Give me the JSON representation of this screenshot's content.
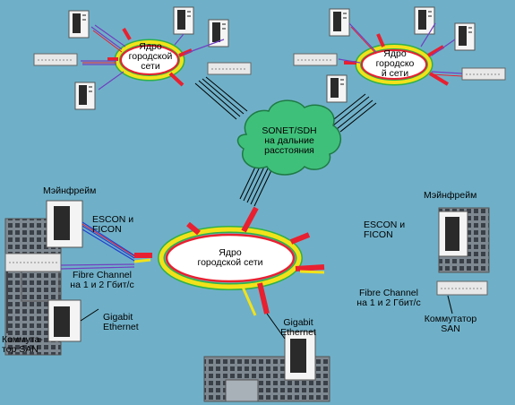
{
  "core_labels": {
    "top_left": "Ядро\nгородской\nсети",
    "top_right": "Ядро\nгородско\nй сети",
    "center": "Ядро\nгородской сети"
  },
  "cloud_label": "SONET/SDH\nна дальние\nрасстояния",
  "left_site": {
    "mainframe": "Мэйнфрейм",
    "escon": "ESCON и\nFICON",
    "fibre": "Fibre Channel\nна 1 и 2 Гбит/с",
    "gigabit": "Gigabit\nEthernet",
    "switch": "Коммута-\nтор SAN"
  },
  "bottom_site": {
    "gigabit": "Gigabit\nEthernet"
  },
  "right_site": {
    "mainframe": "Мэйнфрейм",
    "escon": "ESCON и\nFICON",
    "fibre": "Fibre Channel\nна 1 и 2 Гбит/с",
    "switch": "Коммутатор\nSAN"
  },
  "colors": {
    "background": "#6fb0c8",
    "cloud": "#3fc07a",
    "ring_red": "#e82030",
    "ring_yellow": "#f2e21a",
    "ring_green": "#2fb04a",
    "building": "#7e8890"
  }
}
